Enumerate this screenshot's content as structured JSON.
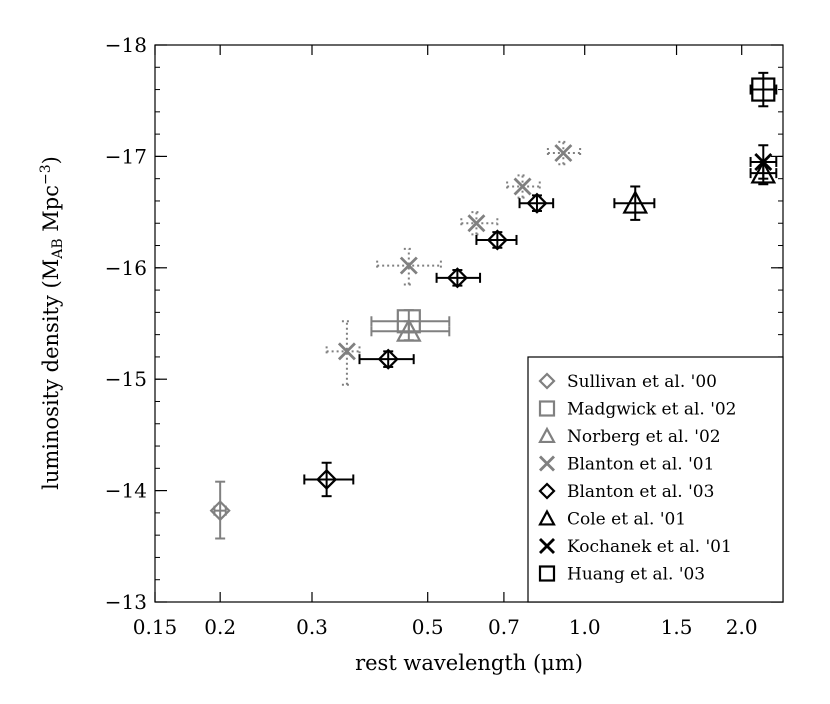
{
  "chart_data": {
    "type": "scatter",
    "xlabel": "rest wavelength (μm)",
    "ylabel": "luminosity density (M_AB Mpc^-3)",
    "x_scale": "log",
    "y_inverted": true,
    "xlim": [
      0.15,
      2.4
    ],
    "ylim": [
      -13,
      -18
    ],
    "x_ticks": [
      {
        "value": 0.15,
        "label": "0.15"
      },
      {
        "value": 0.2,
        "label": "0.2"
      },
      {
        "value": 0.3,
        "label": "0.3"
      },
      {
        "value": 0.5,
        "label": "0.5"
      },
      {
        "value": 0.7,
        "label": "0.7"
      },
      {
        "value": 1.0,
        "label": "1.0"
      },
      {
        "value": 1.5,
        "label": "1.5"
      },
      {
        "value": 2.0,
        "label": "2.0"
      }
    ],
    "y_ticks": [
      {
        "value": -13,
        "label": "−13"
      },
      {
        "value": -14,
        "label": "−14"
      },
      {
        "value": -15,
        "label": "−15"
      },
      {
        "value": -16,
        "label": "−16"
      },
      {
        "value": -17,
        "label": "−17"
      },
      {
        "value": -18,
        "label": "−18"
      }
    ],
    "legend_position": "bottom-right",
    "series": [
      {
        "name": "Sullivan et al. '00",
        "marker": "diamond",
        "color": "#808080",
        "points": [
          {
            "x": 0.2,
            "y": -13.82,
            "xerr": [
              0.195,
              0.205
            ],
            "yerr": [
              -13.57,
              -14.08
            ],
            "line": "solid"
          }
        ]
      },
      {
        "name": "Madgwick et al. '02",
        "marker": "square",
        "color": "#808080",
        "points": [
          {
            "x": 0.46,
            "y": -15.52,
            "xerr": [
              0.39,
              0.55
            ],
            "yerr": [
              -15.42,
              -15.62
            ],
            "line": "solid"
          }
        ]
      },
      {
        "name": "Norberg et al. '02",
        "marker": "triangle",
        "color": "#808080",
        "points": [
          {
            "x": 0.46,
            "y": -15.43,
            "xerr": [
              0.39,
              0.55
            ],
            "yerr": [
              -15.35,
              -15.52
            ],
            "line": "solid"
          }
        ]
      },
      {
        "name": "Blanton et al. '01",
        "marker": "x",
        "color": "#808080",
        "points": [
          {
            "x": 0.35,
            "y": -15.25,
            "xerr": [
              0.32,
              0.37
            ],
            "yerr": [
              -14.95,
              -15.52
            ],
            "line": "dotted"
          },
          {
            "x": 0.46,
            "y": -16.02,
            "xerr": [
              0.4,
              0.53
            ],
            "yerr": [
              -15.85,
              -16.17
            ],
            "line": "dotted"
          },
          {
            "x": 0.62,
            "y": -16.4,
            "xerr": [
              0.58,
              0.68
            ],
            "yerr": [
              -16.3,
              -16.5
            ],
            "line": "dotted"
          },
          {
            "x": 0.76,
            "y": -16.73,
            "xerr": [
              0.71,
              0.82
            ],
            "yerr": [
              -16.63,
              -16.83
            ],
            "line": "dotted"
          },
          {
            "x": 0.91,
            "y": -17.03,
            "xerr": [
              0.85,
              0.98
            ],
            "yerr": [
              -16.93,
              -17.13
            ],
            "line": "dotted"
          }
        ]
      },
      {
        "name": "Blanton et al. '03",
        "marker": "diamond",
        "color": "#000000",
        "points": [
          {
            "x": 0.42,
            "y": -15.18,
            "xerr": [
              0.37,
              0.47
            ],
            "yerr": [
              -15.11,
              -15.25
            ],
            "line": "solid"
          },
          {
            "x": 0.57,
            "y": -15.91,
            "xerr": [
              0.52,
              0.63
            ],
            "yerr": [
              -15.84,
              -15.98
            ],
            "line": "solid"
          },
          {
            "x": 0.68,
            "y": -16.25,
            "xerr": [
              0.62,
              0.74
            ],
            "yerr": [
              -16.18,
              -16.32
            ],
            "line": "solid"
          },
          {
            "x": 0.81,
            "y": -16.58,
            "xerr": [
              0.75,
              0.87
            ],
            "yerr": [
              -16.51,
              -16.65
            ],
            "line": "solid"
          },
          {
            "x": 0.32,
            "y": -14.1,
            "xerr": [
              0.29,
              0.36
            ],
            "yerr": [
              -13.95,
              -14.25
            ],
            "line": "solid"
          }
        ]
      },
      {
        "name": "Cole et al. '01",
        "marker": "triangle",
        "color": "#000000",
        "points": [
          {
            "x": 1.25,
            "y": -16.58,
            "xerr": [
              1.14,
              1.36
            ],
            "yerr": [
              -16.43,
              -16.73
            ],
            "line": "solid"
          },
          {
            "x": 2.2,
            "y": -16.85,
            "xerr": [
              2.08,
              2.33
            ],
            "yerr": [
              -16.75,
              -16.95
            ],
            "line": "solid"
          }
        ]
      },
      {
        "name": "Kochanek et al. '01",
        "marker": "x",
        "color": "#000000",
        "points": [
          {
            "x": 2.2,
            "y": -16.95,
            "xerr": [
              2.08,
              2.33
            ],
            "yerr": [
              -16.8,
              -17.1
            ],
            "line": "solid"
          }
        ]
      },
      {
        "name": "Huang et al. '03",
        "marker": "square",
        "color": "#000000",
        "points": [
          {
            "x": 2.2,
            "y": -17.6,
            "xerr": [
              2.08,
              2.33
            ],
            "yerr": [
              -17.45,
              -17.75
            ],
            "line": "solid"
          }
        ]
      }
    ]
  }
}
